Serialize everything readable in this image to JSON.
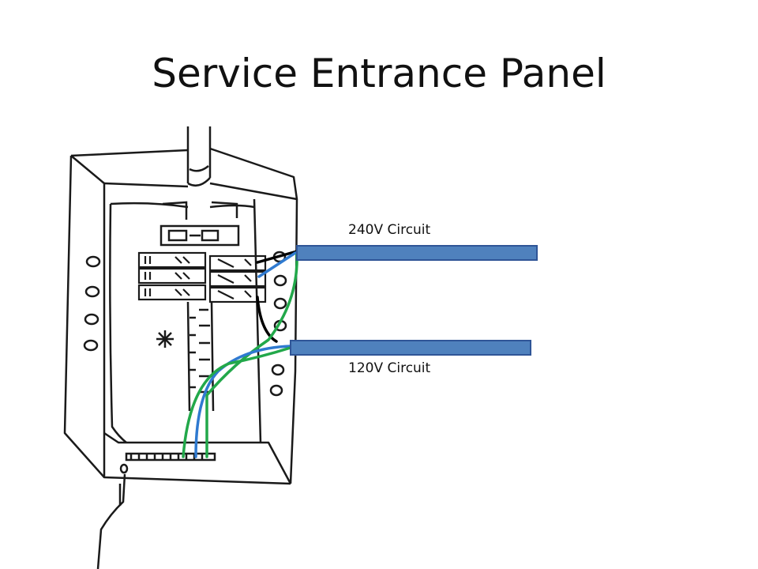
{
  "slide": {
    "title": "Service Entrance Panel"
  },
  "labels": {
    "circuit_240": "240V Circuit",
    "circuit_120": "120V Circuit"
  },
  "colors": {
    "cable_fill": "#4f81bd",
    "cable_stroke": "#2f5597",
    "wire_green": "#22a84a",
    "wire_blue": "#2f7ad0",
    "wire_black": "#000000",
    "sketch_line": "#1a1a1a"
  }
}
